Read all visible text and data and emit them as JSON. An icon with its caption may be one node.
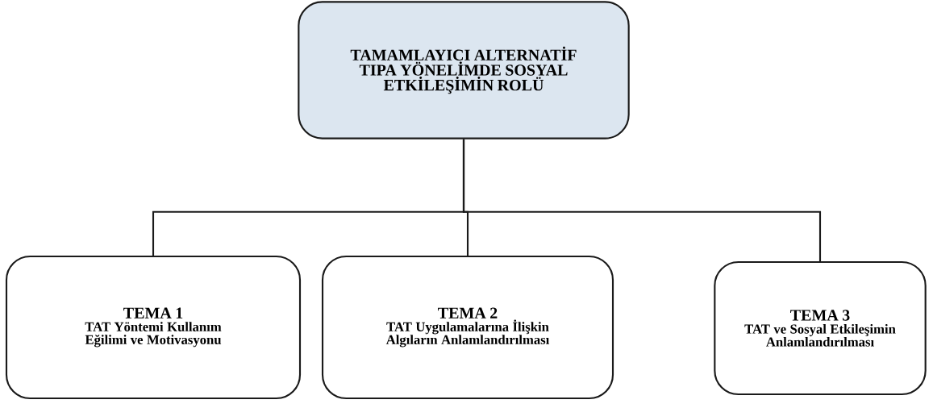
{
  "diagram": {
    "nodes": [
      {
        "text": [
          "TAMAMLAYICI ALTERNATİF TIPA YÖNELİMDE SOSYAL ETKİLEŞİMİN ROLÜ"
        ]
      },
      {
        "text": [
          "TEMA 1",
          "TAT Yöntemi Kullanım Eğilimi ve Motivasyonu"
        ]
      },
      {
        "text": [
          "TEMA 2",
          "TAT Uygulamalarına İlişkin Algıların Anlamlandırılması"
        ]
      },
      {
        "text": [
          "TEMA 3",
          "TAT ve Sosyal Etkileşimin Anlamlandırılması"
        ]
      }
    ],
    "edges": [
      {
        "from": 0,
        "to": 1,
        "arrow": "none"
      },
      {
        "from": 0,
        "to": 2,
        "arrow": "none"
      },
      {
        "from": 0,
        "to": 3,
        "arrow": "none"
      }
    ]
  }
}
